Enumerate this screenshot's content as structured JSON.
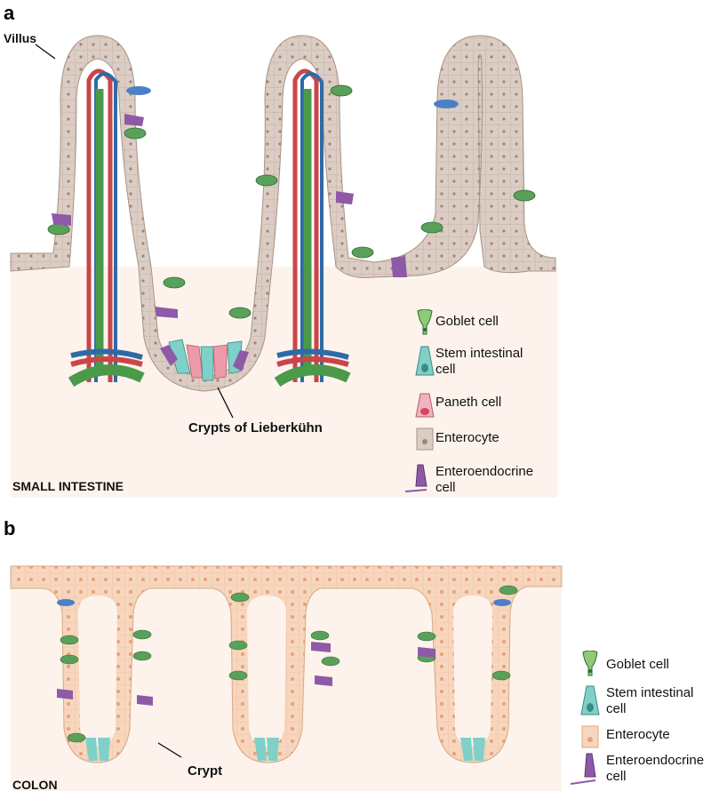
{
  "panel_a": {
    "letter": "a",
    "villus_label": "Villus",
    "crypt_label": "Crypts of Lieberkühn",
    "region_label": "SMALL INTESTINE",
    "legend": [
      {
        "icon": "goblet-cell-icon",
        "label": "Goblet cell"
      },
      {
        "icon": "stem-cell-icon",
        "label": "Stem intestinal\ncell"
      },
      {
        "icon": "paneth-cell-icon",
        "label": "Paneth cell"
      },
      {
        "icon": "enterocyte-icon",
        "label": "Enterocyte"
      },
      {
        "icon": "enteroendocrine-cell-icon",
        "label": "Enteroendocrine\ncell"
      }
    ]
  },
  "panel_b": {
    "letter": "b",
    "crypt_label": "Crypt",
    "region_label": "COLON",
    "legend": [
      {
        "icon": "goblet-cell-icon",
        "label": "Goblet cell"
      },
      {
        "icon": "stem-cell-icon",
        "label": "Stem intestinal\ncell"
      },
      {
        "icon": "enterocyte-icon",
        "label": "Enterocyte"
      },
      {
        "icon": "enteroendocrine-cell-icon",
        "label": "Enteroendocrine\ncell"
      }
    ]
  },
  "colors": {
    "small_intestine_tissue": "#d9cbc3",
    "small_intestine_bg": "#fdf3ec",
    "colon_tissue": "#f6d5bb",
    "colon_bg": "#fdf3ec",
    "goblet": "#5aa05a",
    "stem": "#7fd0c8",
    "paneth": "#ec9aa8",
    "enteroendocrine": "#8e5aa8",
    "artery": "#c8464a",
    "vein": "#2e6aa8",
    "lacteal": "#4a9a4a"
  }
}
